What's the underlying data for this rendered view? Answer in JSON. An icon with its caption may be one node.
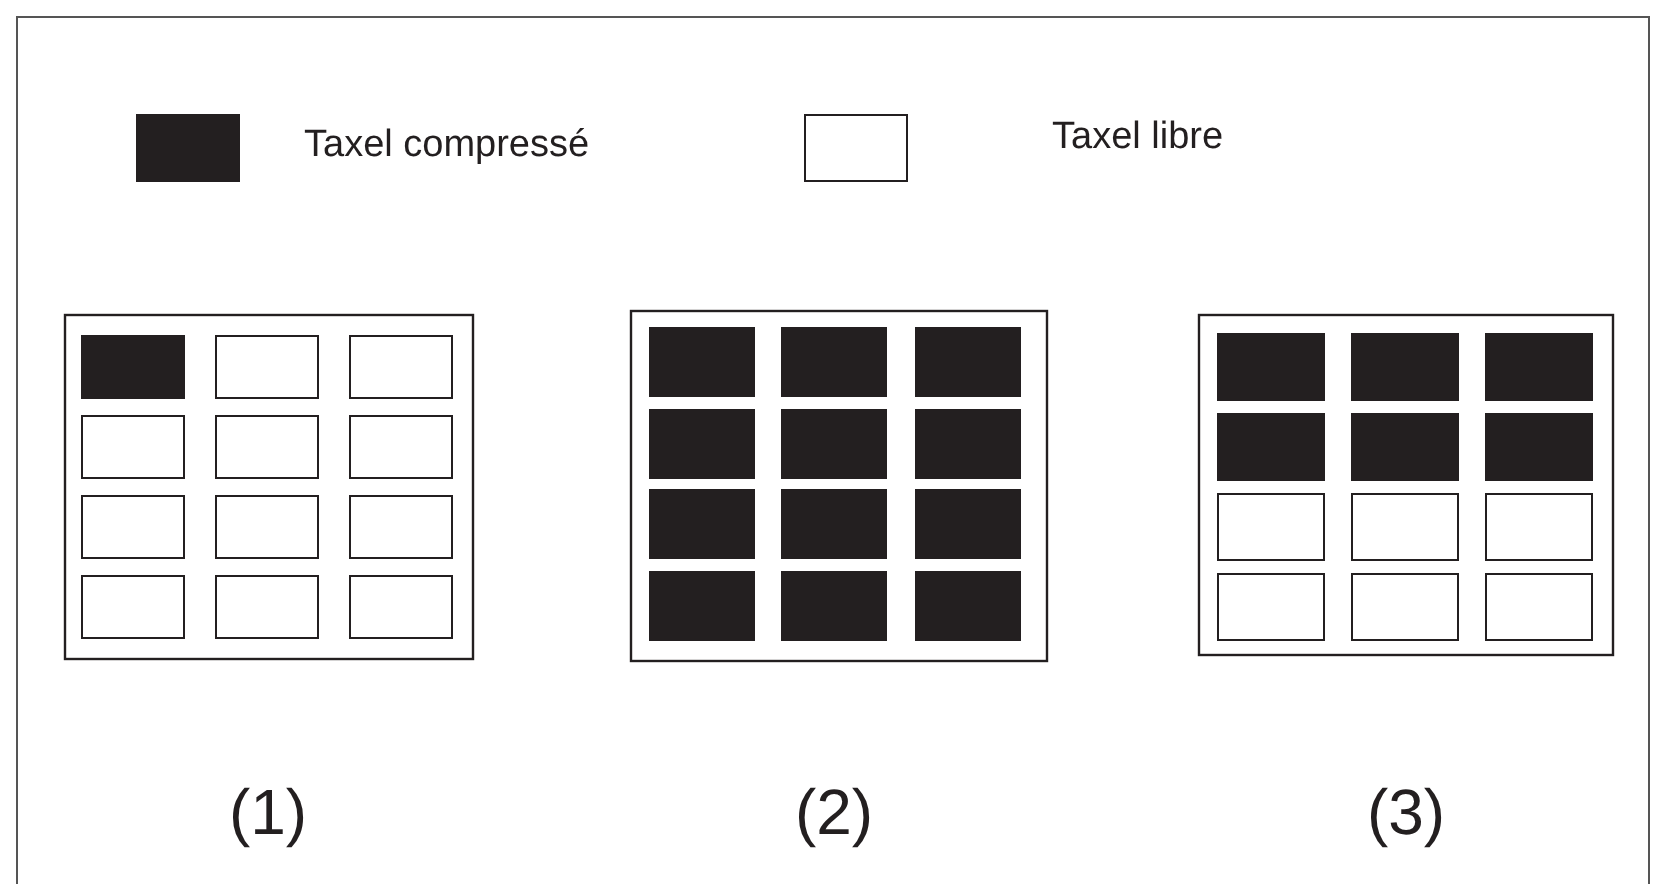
{
  "diagram": {
    "labels": [
      "(1)",
      "(2)",
      "(3)"
    ],
    "legend": [
      {
        "text": "Taxel compressé",
        "color": "#231f20"
      },
      {
        "text": "Taxel libre",
        "color": "#ffffff"
      }
    ]
  }
}
